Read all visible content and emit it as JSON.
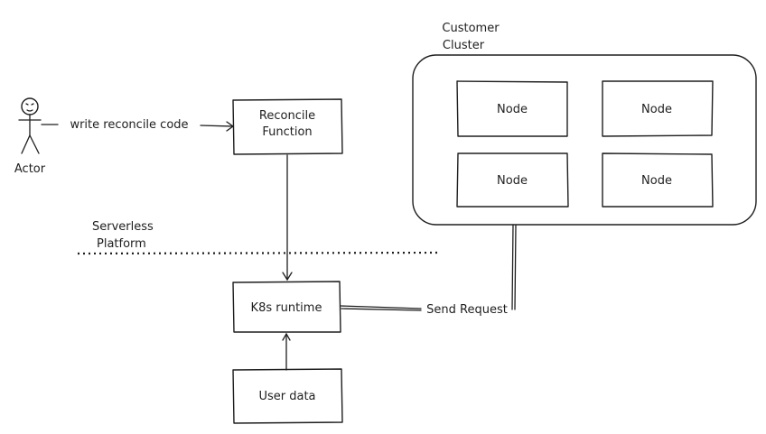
{
  "actor": {
    "label": "Actor"
  },
  "edges": {
    "write_code": "write reconcile code",
    "send_request": "Send Request"
  },
  "reconcile_box": {
    "line1": "Reconcile",
    "line2": "Function"
  },
  "platform": {
    "line1": "Serverless",
    "line2": "Platform"
  },
  "runtime_box": {
    "label": "K8s runtime"
  },
  "user_data_box": {
    "label": "User data"
  },
  "cluster": {
    "title_line1": "Customer",
    "title_line2": "Cluster",
    "nodes": [
      "Node",
      "Node",
      "Node",
      "Node"
    ]
  }
}
